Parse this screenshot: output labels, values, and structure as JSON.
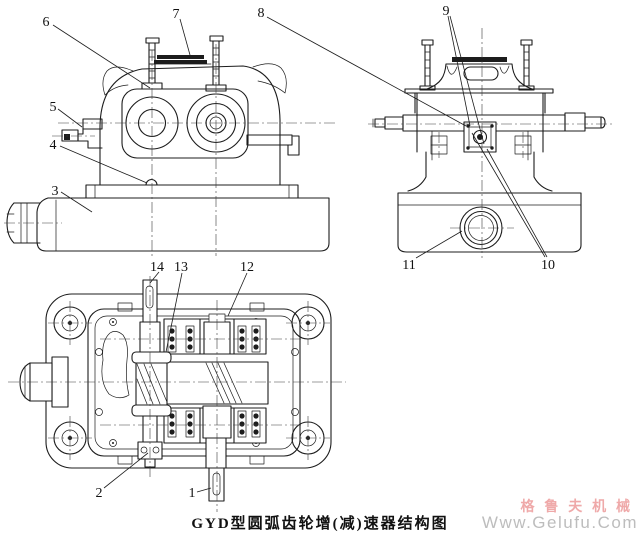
{
  "figure": {
    "caption": "GYD型圆弧齿轮增(减)速器结构图",
    "callouts": {
      "c1": "1",
      "c2": "2",
      "c3": "3",
      "c4": "4",
      "c5": "5",
      "c6": "6",
      "c7": "7",
      "c8": "8",
      "c9": "9",
      "c10": "10",
      "c11": "11",
      "c12": "12",
      "c13": "13",
      "c14": "14"
    }
  },
  "watermark": {
    "brand": "格 鲁 夫 机 械",
    "url": "Www.Gelufu.Com",
    "brand_color": "#efa9a9",
    "url_color": "#bdbdbd"
  },
  "colors": {
    "ink": "#1c1c1c",
    "paper": "#ffffff"
  }
}
